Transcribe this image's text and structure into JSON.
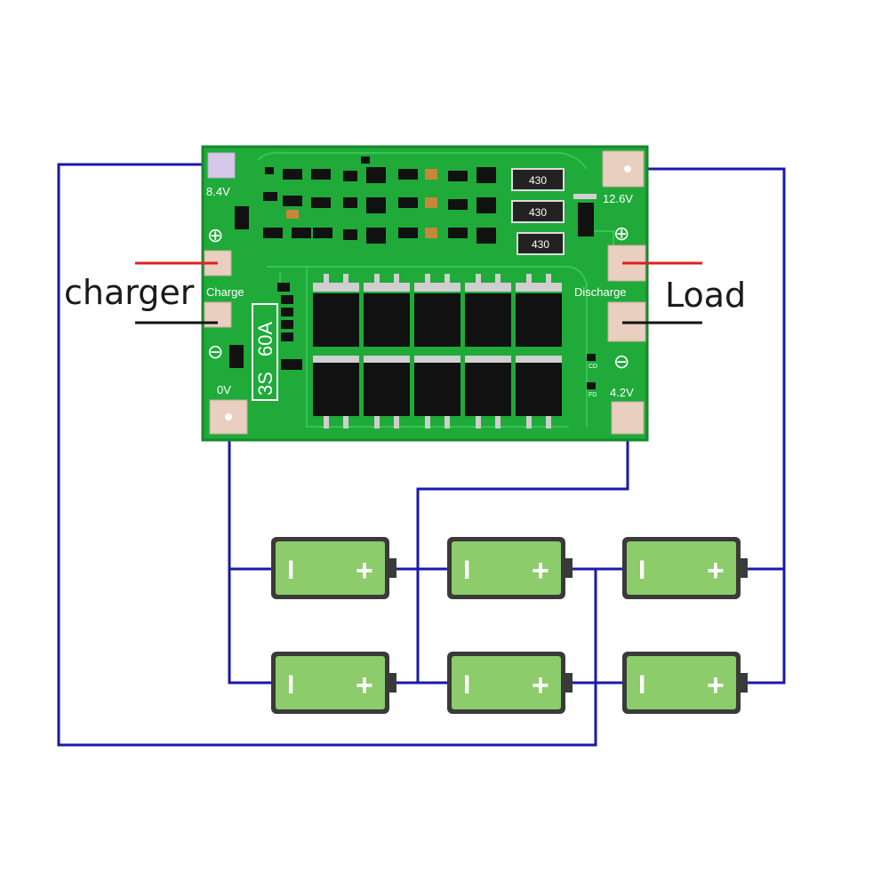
{
  "board": {
    "pad_8v4": "8.4V",
    "pad_12v6": "12.6V",
    "pad_0v": "0V",
    "pad_4v2": "4.2V",
    "charge_label": "Charge",
    "discharge_label": "Discharge",
    "model_3s": "3S",
    "model_60a": "60A",
    "resistor_1": "430",
    "resistor_2": "430",
    "resistor_3": "430",
    "plus_symbol": "⊕",
    "minus_symbol": "⊖",
    "cd_label": "CD",
    "fd_label": "FD"
  },
  "labels": {
    "charger": "charger",
    "load": "Load"
  },
  "battery": {
    "minus": "I",
    "plus": "+"
  },
  "colors": {
    "pcb_green": "#1faa3a",
    "wire_blue": "#1a1aa8",
    "battery_green": "#8ccc6a",
    "red_wire": "#e02020"
  }
}
